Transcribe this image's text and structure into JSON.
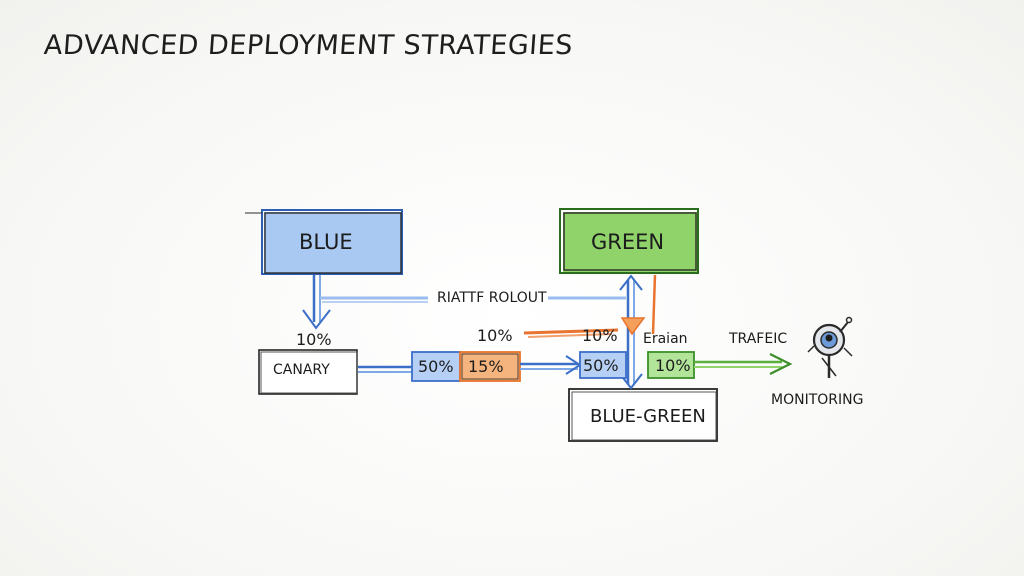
{
  "title": "ADVANCED DEPLOYMENT STRATEGIES",
  "boxes": {
    "blue": "BLUE",
    "green": "GREEN",
    "canary": "CANARY",
    "blue_green": "BLUE-GREEN"
  },
  "labels": {
    "rollout": "RIATTF ROLOUT",
    "traffic": "TRAFEIC",
    "monitoring": "MONITORING",
    "eraian": "Eraian"
  },
  "percentages": {
    "blue_to_canary": "10%",
    "middle_top": "10%",
    "orange_arrow": "10%",
    "box_50_left": "50%",
    "box_15": "15%",
    "box_50_right": "50%",
    "box_10_green": "10%"
  },
  "colors": {
    "blue_fill": "#a9c8f2",
    "blue_stroke": "#3c6fc8",
    "green_fill": "#8fd36a",
    "green_stroke": "#3d8f2a",
    "orange": "#e8742f",
    "orange_fill": "#f5b47e",
    "ink": "#1c1c1c"
  },
  "icons": [
    "magnifier-icon"
  ]
}
